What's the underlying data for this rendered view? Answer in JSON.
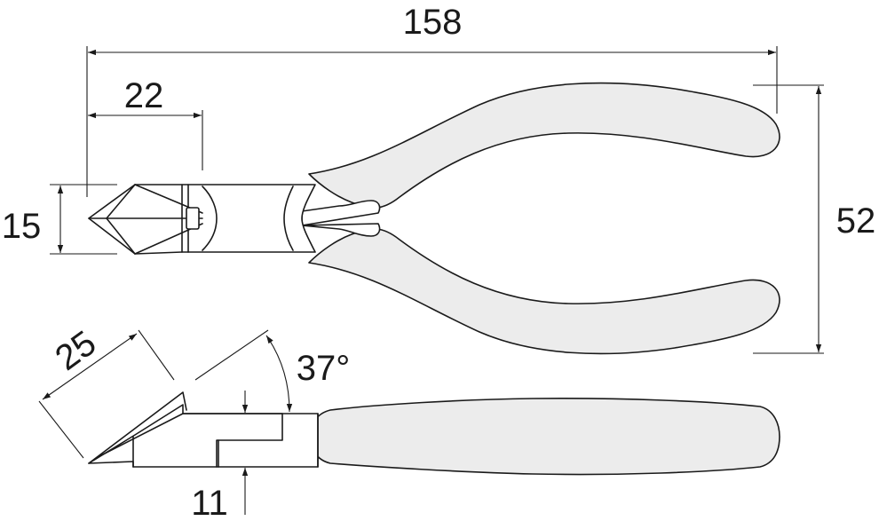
{
  "dimensions": {
    "overall_length": "158",
    "head_length": "22",
    "head_width": "15",
    "handle_span": "52",
    "blade_length": "25",
    "head_angle": "37°",
    "head_thickness": "11"
  },
  "colors": {
    "line": "#1a1a1a",
    "grip_fill": "#ececec",
    "background": "#ffffff"
  }
}
